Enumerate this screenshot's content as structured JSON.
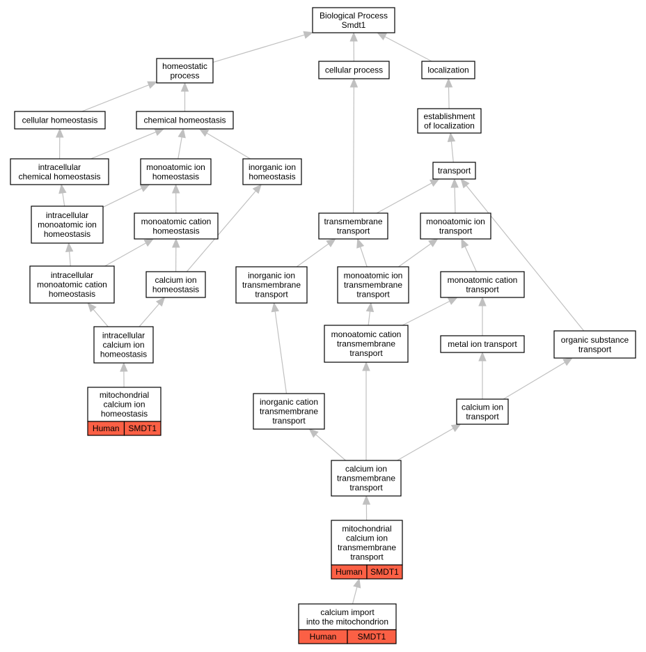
{
  "colors": {
    "edge": "#c0c0c0",
    "annotation": "#fb6045",
    "border": "#000000"
  },
  "nodes": {
    "root": [
      "Biological Process",
      "Smdt1"
    ],
    "homeostatic_process": [
      "homeostatic",
      "process"
    ],
    "cellular_process": [
      "cellular process"
    ],
    "localization": [
      "localization"
    ],
    "cellular_homeostasis": [
      "cellular homeostasis"
    ],
    "chemical_homeostasis": [
      "chemical homeostasis"
    ],
    "establishment_of_localization": [
      "establishment",
      "of localization"
    ],
    "intracellular_chemical_homeostasis": [
      "intracellular",
      "chemical homeostasis"
    ],
    "monoatomic_ion_homeostasis": [
      "monoatomic ion",
      "homeostasis"
    ],
    "inorganic_ion_homeostasis": [
      "inorganic ion",
      "homeostasis"
    ],
    "transport": [
      "transport"
    ],
    "intracellular_monoatomic_ion_homeostasis": [
      "intracellular",
      "monoatomic ion",
      "homeostasis"
    ],
    "monoatomic_cation_homeostasis": [
      "monoatomic cation",
      "homeostasis"
    ],
    "transmembrane_transport": [
      "transmembrane",
      "transport"
    ],
    "monoatomic_ion_transport": [
      "monoatomic ion",
      "transport"
    ],
    "intracellular_monoatomic_cation_homeostasis": [
      "intracellular",
      "monoatomic cation",
      "homeostasis"
    ],
    "calcium_ion_homeostasis": [
      "calcium ion",
      "homeostasis"
    ],
    "inorganic_ion_transmembrane_transport": [
      "inorganic ion",
      "transmembrane",
      "transport"
    ],
    "monoatomic_ion_transmembrane_transport": [
      "monoatomic ion",
      "transmembrane",
      "transport"
    ],
    "monoatomic_cation_transport": [
      "monoatomic cation",
      "transport"
    ],
    "intracellular_calcium_ion_homeostasis": [
      "intracellular",
      "calcium ion",
      "homeostasis"
    ],
    "monoatomic_cation_transmembrane_transport": [
      "monoatomic cation",
      "transmembrane",
      "transport"
    ],
    "metal_ion_transport": [
      "metal ion transport"
    ],
    "organic_substance_transport": [
      "organic substance",
      "transport"
    ],
    "mitochondrial_calcium_ion_homeostasis": [
      "mitochondrial",
      "calcium ion",
      "homeostasis"
    ],
    "inorganic_cation_transmembrane_transport": [
      "inorganic cation",
      "transmembrane",
      "transport"
    ],
    "calcium_ion_transport": [
      "calcium ion",
      "transport"
    ],
    "calcium_ion_transmembrane_transport": [
      "calcium ion",
      "transmembrane",
      "transport"
    ],
    "mitochondrial_calcium_ion_transmembrane_transport": [
      "mitochondrial",
      "calcium ion",
      "transmembrane",
      "transport"
    ],
    "calcium_import_into_the_mitochondrion": [
      "calcium import",
      "into the mitochondrion"
    ]
  },
  "annotations": {
    "mitochondrial_calcium_ion_homeostasis": [
      "Human",
      "SMDT1"
    ],
    "mitochondrial_calcium_ion_transmembrane_transport": [
      "Human",
      "SMDT1"
    ],
    "calcium_import_into_the_mitochondrion": [
      "Human",
      "SMDT1"
    ]
  },
  "edges": [
    [
      "homeostatic_process",
      "root"
    ],
    [
      "cellular_process",
      "root"
    ],
    [
      "localization",
      "root"
    ],
    [
      "cellular_homeostasis",
      "homeostatic_process"
    ],
    [
      "chemical_homeostasis",
      "homeostatic_process"
    ],
    [
      "establishment_of_localization",
      "localization"
    ],
    [
      "intracellular_chemical_homeostasis",
      "cellular_homeostasis"
    ],
    [
      "intracellular_chemical_homeostasis",
      "chemical_homeostasis"
    ],
    [
      "monoatomic_ion_homeostasis",
      "chemical_homeostasis"
    ],
    [
      "inorganic_ion_homeostasis",
      "chemical_homeostasis"
    ],
    [
      "transport",
      "establishment_of_localization"
    ],
    [
      "intracellular_monoatomic_ion_homeostasis",
      "intracellular_chemical_homeostasis"
    ],
    [
      "intracellular_monoatomic_ion_homeostasis",
      "monoatomic_ion_homeostasis"
    ],
    [
      "monoatomic_cation_homeostasis",
      "monoatomic_ion_homeostasis"
    ],
    [
      "transmembrane_transport",
      "cellular_process"
    ],
    [
      "transmembrane_transport",
      "transport"
    ],
    [
      "monoatomic_ion_transport",
      "transport"
    ],
    [
      "organic_substance_transport",
      "transport"
    ],
    [
      "intracellular_monoatomic_cation_homeostasis",
      "intracellular_monoatomic_ion_homeostasis"
    ],
    [
      "intracellular_monoatomic_cation_homeostasis",
      "monoatomic_cation_homeostasis"
    ],
    [
      "calcium_ion_homeostasis",
      "monoatomic_cation_homeostasis"
    ],
    [
      "calcium_ion_homeostasis",
      "inorganic_ion_homeostasis"
    ],
    [
      "inorganic_ion_transmembrane_transport",
      "transmembrane_transport"
    ],
    [
      "monoatomic_ion_transmembrane_transport",
      "transmembrane_transport"
    ],
    [
      "monoatomic_ion_transmembrane_transport",
      "monoatomic_ion_transport"
    ],
    [
      "monoatomic_cation_transport",
      "monoatomic_ion_transport"
    ],
    [
      "intracellular_calcium_ion_homeostasis",
      "intracellular_monoatomic_cation_homeostasis"
    ],
    [
      "intracellular_calcium_ion_homeostasis",
      "calcium_ion_homeostasis"
    ],
    [
      "monoatomic_cation_transmembrane_transport",
      "monoatomic_ion_transmembrane_transport"
    ],
    [
      "monoatomic_cation_transmembrane_transport",
      "monoatomic_cation_transport"
    ],
    [
      "metal_ion_transport",
      "monoatomic_cation_transport"
    ],
    [
      "mitochondrial_calcium_ion_homeostasis",
      "intracellular_calcium_ion_homeostasis"
    ],
    [
      "inorganic_cation_transmembrane_transport",
      "inorganic_ion_transmembrane_transport"
    ],
    [
      "calcium_ion_transport",
      "metal_ion_transport"
    ],
    [
      "calcium_ion_transport",
      "organic_substance_transport"
    ],
    [
      "calcium_ion_transmembrane_transport",
      "inorganic_cation_transmembrane_transport"
    ],
    [
      "calcium_ion_transmembrane_transport",
      "monoatomic_cation_transmembrane_transport"
    ],
    [
      "calcium_ion_transmembrane_transport",
      "calcium_ion_transport"
    ],
    [
      "mitochondrial_calcium_ion_transmembrane_transport",
      "calcium_ion_transmembrane_transport"
    ],
    [
      "calcium_import_into_the_mitochondrion",
      "mitochondrial_calcium_ion_transmembrane_transport"
    ]
  ]
}
